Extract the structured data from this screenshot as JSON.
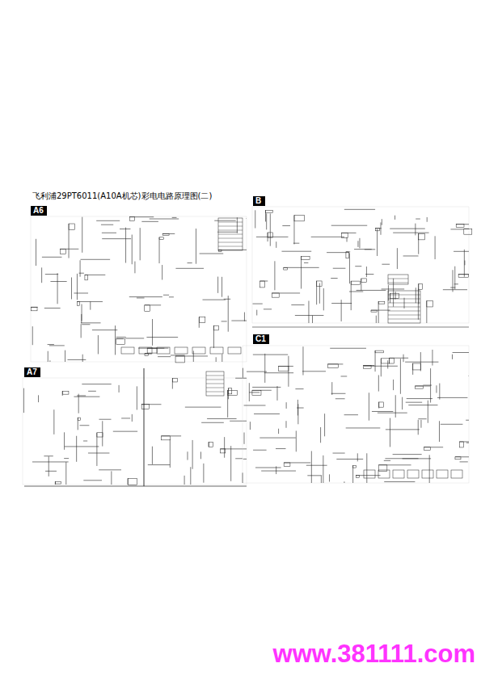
{
  "diagram": {
    "title": "飞利浦29PT6011(A10A机芯)彩电电路原理图(二)",
    "nodes": [
      {
        "text": [
          "A6"
        ]
      },
      {
        "text": [
          "B"
        ]
      },
      {
        "text": [
          "C1"
        ]
      },
      {
        "text": [
          "A7"
        ]
      }
    ],
    "labels": [
      "www.381111.com"
    ]
  }
}
